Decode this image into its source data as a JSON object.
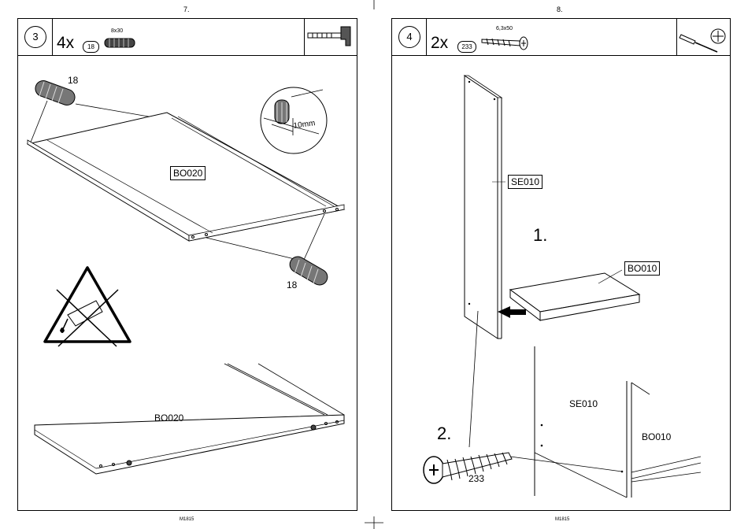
{
  "pages": {
    "left": {
      "page_number": "7.",
      "footer": "M1815",
      "step": "3",
      "quantity": "4x",
      "part_id": "18",
      "part_size": "8x30",
      "tool_icon": "hammer-icon",
      "labels": {
        "dowel_top": "18",
        "dowel_bottom": "18",
        "depth": "10mm",
        "board_main": "BO020",
        "board_detail": "BO020"
      },
      "warning_icon": "no-glue-warning-icon"
    },
    "right": {
      "page_number": "8.",
      "footer": "M1815",
      "step": "4",
      "quantity": "2x",
      "part_id": "233",
      "part_size": "6,3x50",
      "tool_icons": [
        "screwdriver-icon",
        "phillips-head-icon"
      ],
      "labels": {
        "side_panel": "SE010",
        "step_one": "1.",
        "bottom_board": "BO010",
        "step_two": "2.",
        "side_detail": "SE010",
        "bottom_detail": "BO010",
        "screw": "233"
      }
    }
  }
}
